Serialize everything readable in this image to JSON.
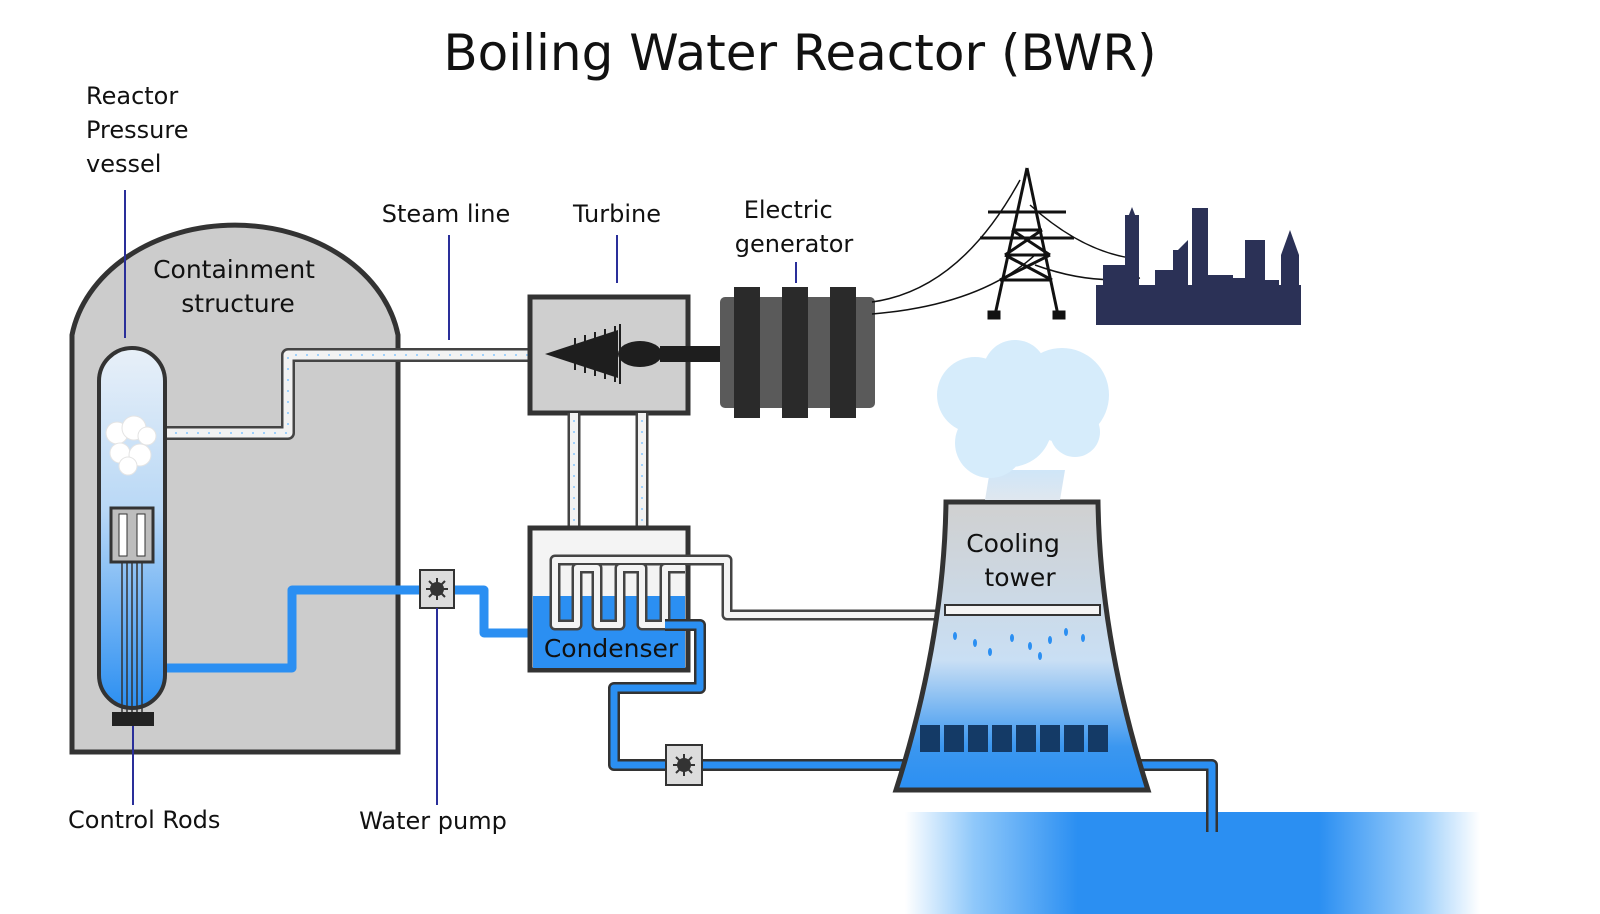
{
  "title": "Boiling Water Reactor (BWR)",
  "labels": {
    "reactor_pressure_vessel": [
      "Reactor",
      "Pressure",
      "vessel"
    ],
    "containment_structure": [
      "Containment",
      "structure"
    ],
    "steam_line": "Steam line",
    "turbine": "Turbine",
    "electric_generator": [
      "Electric",
      "generator"
    ],
    "cooling_tower": [
      "Cooling",
      "tower"
    ],
    "condenser": "Condenser",
    "control_rods": "Control Rods",
    "water_pump": "Water pump"
  },
  "colors": {
    "water": "#2b8ff2",
    "water_light": "#9fd0fb",
    "steam_pipe": "#f2f2f2",
    "building": "#cccccc",
    "outline": "#333333",
    "leader": "#2a2f9a",
    "cloud": "#d6ecfb",
    "city": "#2b3156",
    "generator": "#3a3a3a"
  },
  "icons": [
    "pump-gear-icon",
    "pump-gear-icon",
    "transmission-tower-icon",
    "city-skyline-icon",
    "turbine-rotor-icon"
  ]
}
